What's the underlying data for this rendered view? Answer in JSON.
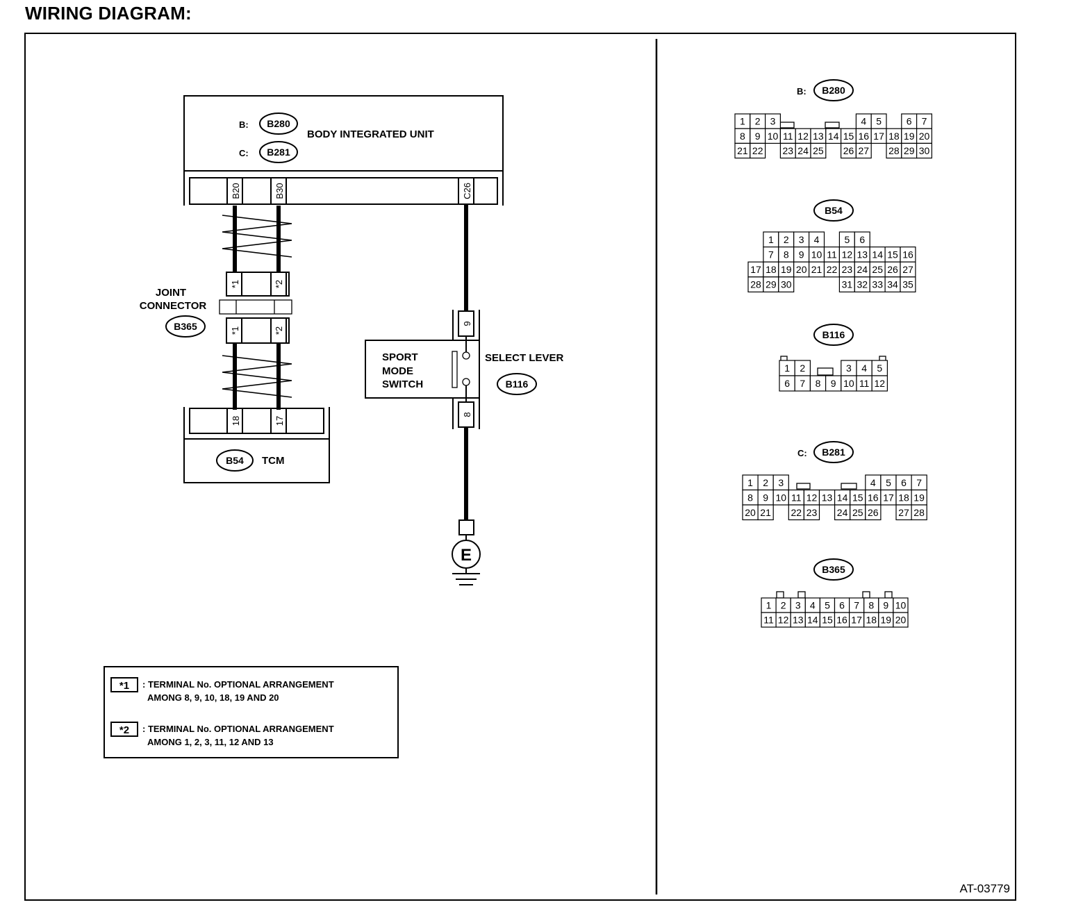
{
  "title": "WIRING DIAGRAM:",
  "figure_id": "AT-03779",
  "components": {
    "body_integrated_unit": {
      "name": "BODY INTEGRATED UNIT",
      "conn_b_prefix": "B:",
      "conn_b": "B280",
      "conn_c_prefix": "C:",
      "conn_c": "B281",
      "pins": [
        "B20",
        "B30",
        "C26"
      ]
    },
    "joint_connector": {
      "name_line1": "JOINT",
      "name_line2": "CONNECTOR",
      "conn": "B365",
      "pin1": "*1",
      "pin2": "*2"
    },
    "tcm": {
      "name": "TCM",
      "conn": "B54",
      "pins": [
        "18",
        "17"
      ]
    },
    "sport_mode_switch": {
      "line1": "SPORT",
      "line2": "MODE",
      "line3": "SWITCH",
      "lever_label": "SELECT LEVER",
      "conn": "B116",
      "pin_top": "9",
      "pin_bottom": "8"
    },
    "ground": {
      "symbol": "E"
    }
  },
  "legend": [
    {
      "mark": "*1",
      "line1": ": TERMINAL No. OPTIONAL ARRANGEMENT",
      "line2": "AMONG 8, 9, 10, 18, 19 AND 20"
    },
    {
      "mark": "*2",
      "line1": ": TERMINAL No. OPTIONAL ARRANGEMENT",
      "line2": "AMONG 1, 2, 3, 11, 12 AND 13"
    }
  ],
  "connectors": {
    "b280": {
      "prefix": "B:",
      "name": "B280",
      "rows": [
        [
          "1",
          "2",
          "3",
          "",
          "",
          "",
          "",
          "",
          "4",
          "5",
          "",
          "6",
          "7"
        ],
        [
          "8",
          "9",
          "10",
          "11",
          "12",
          "13",
          "14",
          "15",
          "16",
          "17",
          "18",
          "19",
          "20"
        ],
        [
          "21",
          "22",
          "",
          "23",
          "24",
          "25",
          "",
          "26",
          "27",
          "",
          "28",
          "29",
          "30"
        ]
      ]
    },
    "b54": {
      "name": "B54",
      "rows": [
        [
          "",
          "1",
          "2",
          "3",
          "4",
          "",
          "5",
          "6"
        ],
        [
          "",
          "7",
          "8",
          "9",
          "10",
          "11",
          "12",
          "13",
          "14",
          "15",
          "16"
        ],
        [
          "17",
          "18",
          "19",
          "20",
          "21",
          "22",
          "23",
          "24",
          "25",
          "26",
          "27"
        ],
        [
          "28",
          "29",
          "30",
          "31",
          "32",
          "33",
          "34",
          "35"
        ]
      ]
    },
    "b116": {
      "name": "B116",
      "rows": [
        [
          "1",
          "2",
          "",
          "",
          "3",
          "4",
          "5"
        ],
        [
          "6",
          "7",
          "8",
          "9",
          "10",
          "11",
          "12"
        ]
      ]
    },
    "b281": {
      "prefix": "C:",
      "name": "B281",
      "rows": [
        [
          "1",
          "2",
          "3",
          "",
          "",
          "",
          "",
          "",
          "4",
          "5",
          "6",
          "7"
        ],
        [
          "8",
          "9",
          "10",
          "11",
          "12",
          "13",
          "14",
          "15",
          "16",
          "17",
          "18",
          "19"
        ],
        [
          "20",
          "21",
          "",
          "22",
          "23",
          "",
          "24",
          "25",
          "26",
          "",
          "27",
          "28"
        ]
      ]
    },
    "b365": {
      "name": "B365",
      "rows": [
        [
          "1",
          "2",
          "3",
          "4",
          "5",
          "6",
          "7",
          "8",
          "9",
          "10"
        ],
        [
          "11",
          "12",
          "13",
          "14",
          "15",
          "16",
          "17",
          "18",
          "19",
          "20"
        ]
      ]
    }
  }
}
